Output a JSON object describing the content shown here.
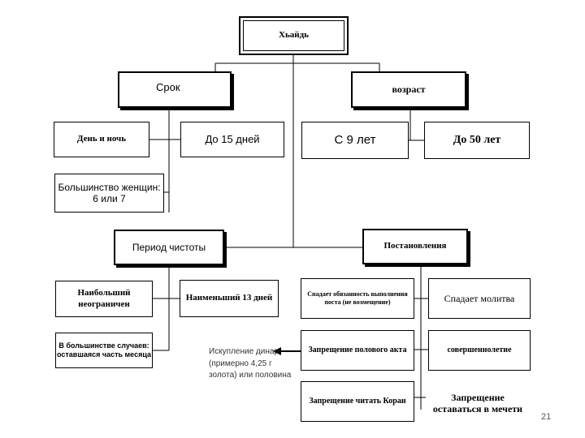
{
  "title": "Хьайдь",
  "branches": {
    "duration": "Срок",
    "age": "возраст"
  },
  "duration_items": {
    "day_night": "День и ночь",
    "up_to_15": "До 15 дней",
    "majority": "Большинство женщин: 6 или 7"
  },
  "age_items": {
    "from_9": "С 9 лет",
    "to_50": "До 50 лет"
  },
  "purity": {
    "title": "Период чистоты",
    "max": "Наибольший неограничен",
    "min": "Наименьший 13 дней",
    "usual": "В большинстве случаев: оставшаяся часть месяца"
  },
  "rulings": {
    "title": "Постановления",
    "fasting": "Спадает обязанность выполнения поста (не возмещение)",
    "prayer": "Спадает молитва",
    "intercourse": "Запрещение полового акта",
    "completion": "совершеннолетие",
    "quran": "Запрещение читать Коран",
    "mosque": "Запрещение оставаться в мечети"
  },
  "atonement_note": "Искупление динар (примерно 4,25 г золота) или половина",
  "page_number": "21"
}
